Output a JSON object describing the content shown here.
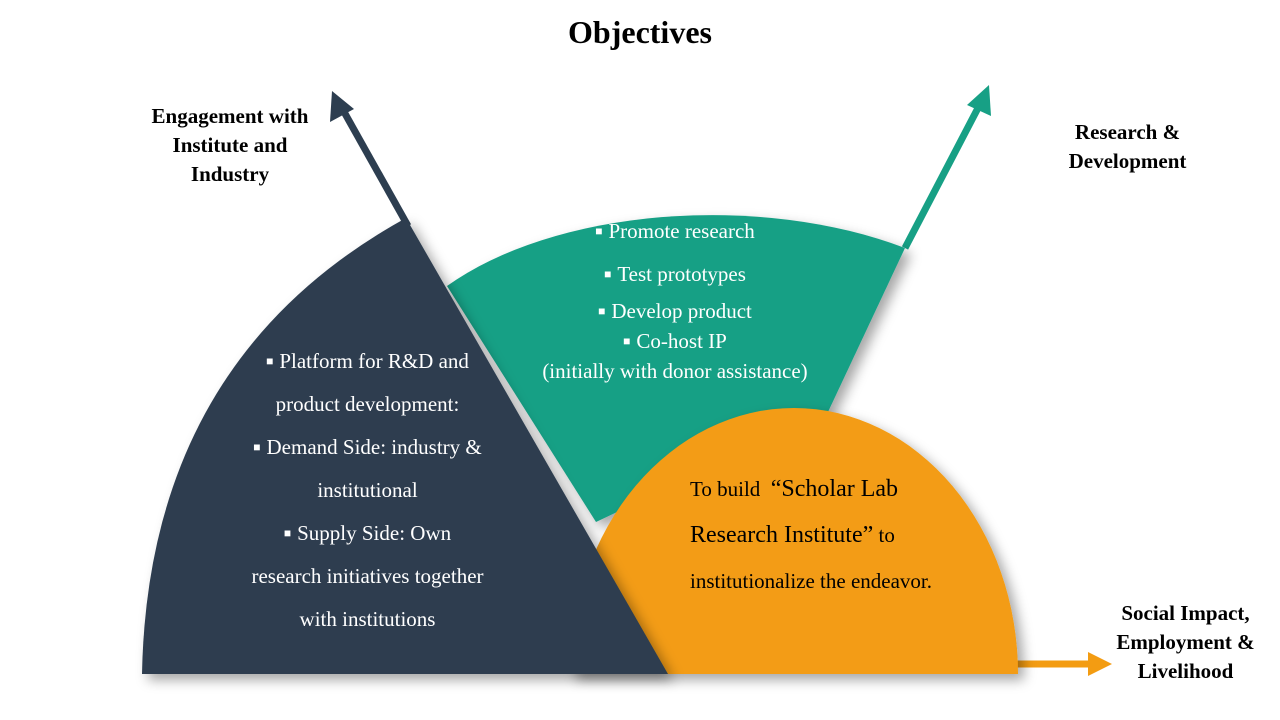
{
  "title": "Objectives",
  "labels": {
    "engagement": "Engagement with Institute and Industry",
    "research": "Research & Development",
    "social": "Social Impact, Employment & Livelihood"
  },
  "dark_list": [
    "Platform for R&D and",
    "product development:",
    "Demand Side: industry &",
    "institutional",
    "Supply Side: Own",
    "research initiatives together",
    "with institutions"
  ],
  "green_list": [
    "Promote research",
    "Test prototypes",
    "Develop product",
    "Co-host IP",
    "(initially with donor assistance)"
  ],
  "orange": {
    "pre": "To build",
    "quote": "“Scholar Lab Research Institute”",
    "post": "to institutionalize the endeavor."
  },
  "colors": {
    "navy": "#2d3e50",
    "teal": "#17a085",
    "orange": "#f39c12"
  }
}
